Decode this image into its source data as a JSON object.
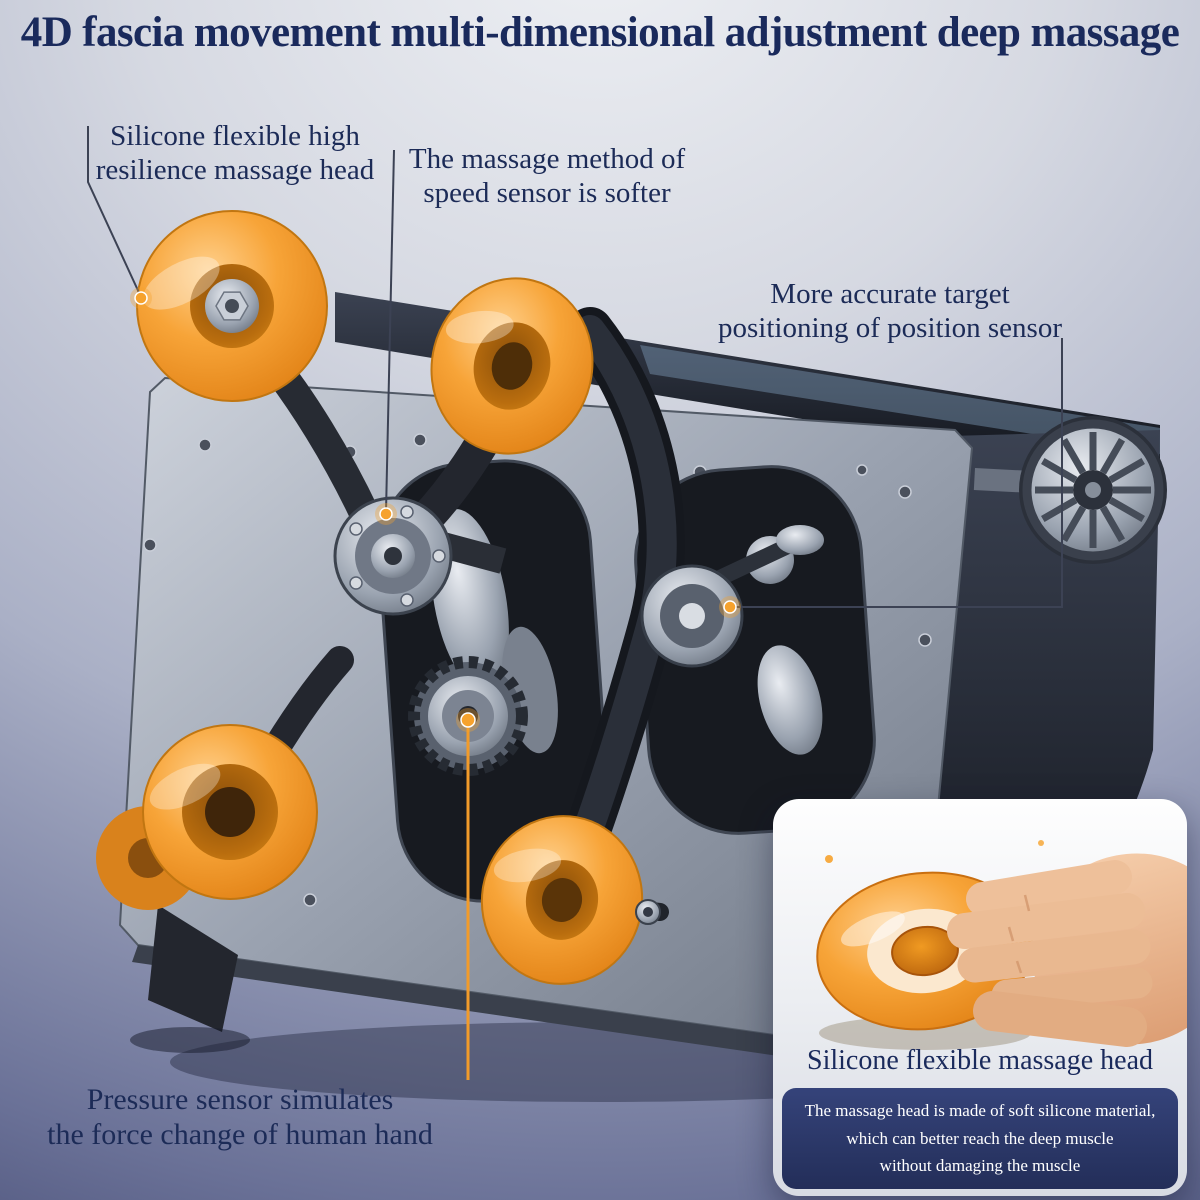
{
  "page": {
    "title": "4D fascia movement multi-dimensional adjustment deep massage"
  },
  "callouts": {
    "silicone_head": {
      "line1": "Silicone flexible high",
      "line2": "resilience massage head"
    },
    "speed_sensor": {
      "line1": "The massage method of",
      "line2": "speed sensor is softer"
    },
    "position_sensor": {
      "line1": "More accurate target",
      "line2": "positioning of position sensor"
    },
    "pressure_sensor": {
      "line1": "Pressure sensor simulates",
      "line2": "the force change of human hand"
    }
  },
  "inset": {
    "title": "Silicone flexible massage head",
    "caption_line1": "The massage head is made of soft silicone material,",
    "caption_line2": "which can better reach the deep muscle",
    "caption_line3": "without damaging the muscle"
  },
  "colors": {
    "accent_orange": "#F6A22D",
    "title_navy": "#1A2A5C",
    "caption_bg_navy": "#2B3766",
    "background_top": "#EEF0F4",
    "background_bottom": "#484E76"
  }
}
